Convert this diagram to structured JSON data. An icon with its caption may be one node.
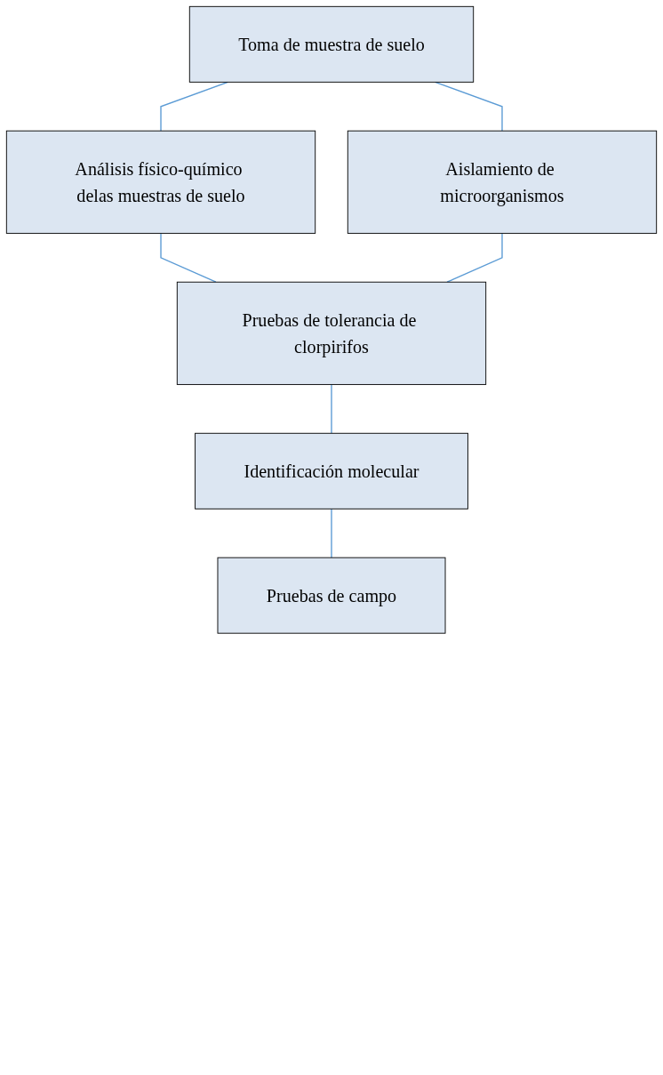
{
  "diagram": {
    "nodes": [
      {
        "text": [
          "Toma de muestra de suelo"
        ]
      },
      {
        "text": [
          "Análisis físico-químico delas muestras de suelo"
        ]
      },
      {
        "text": [
          "Aislamiento de microorganismos"
        ]
      },
      {
        "text": [
          "Pruebas de tolerancia de clorpirifos"
        ]
      },
      {
        "text": [
          "Identificación molecular"
        ]
      },
      {
        "text": [
          "Pruebas de campo"
        ]
      }
    ],
    "edges": [
      {
        "from": 0,
        "to": 1,
        "arrow": "none"
      },
      {
        "from": 0,
        "to": 2,
        "arrow": "none"
      },
      {
        "from": 1,
        "to": 3,
        "arrow": "none"
      },
      {
        "from": 2,
        "to": 3,
        "arrow": "none"
      },
      {
        "from": 3,
        "to": 4,
        "arrow": "none"
      },
      {
        "from": 4,
        "to": 5,
        "arrow": "none"
      }
    ]
  }
}
